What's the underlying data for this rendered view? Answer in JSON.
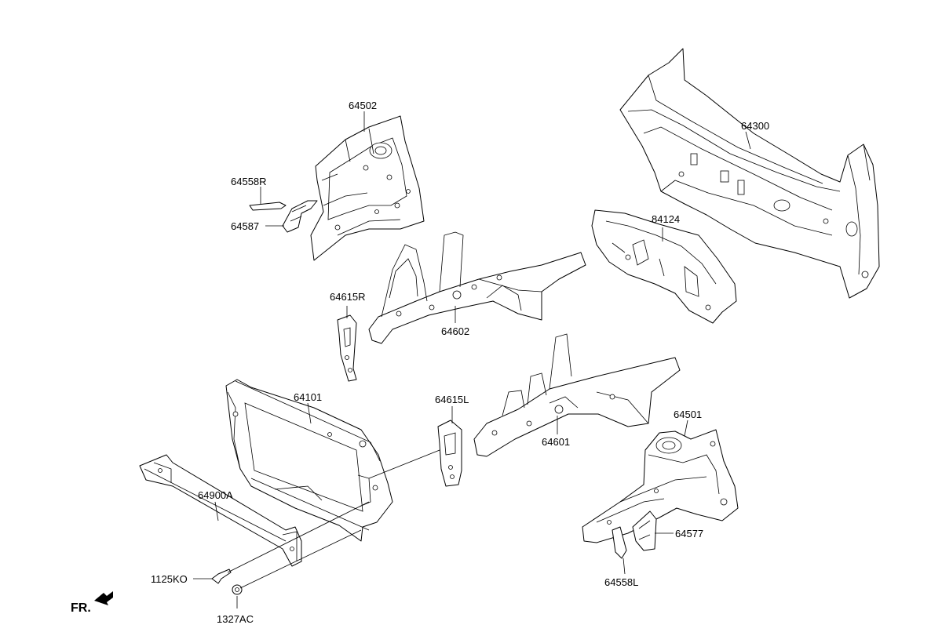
{
  "parts": [
    {
      "id": "p64502",
      "label": "64502"
    },
    {
      "id": "p64558R",
      "label": "64558R"
    },
    {
      "id": "p64587",
      "label": "64587"
    },
    {
      "id": "p64300",
      "label": "64300"
    },
    {
      "id": "p84124",
      "label": "84124"
    },
    {
      "id": "p64615R",
      "label": "64615R"
    },
    {
      "id": "p64602",
      "label": "64602"
    },
    {
      "id": "p64101",
      "label": "64101"
    },
    {
      "id": "p64615L",
      "label": "64615L"
    },
    {
      "id": "p64601",
      "label": "64601"
    },
    {
      "id": "p64501",
      "label": "64501"
    },
    {
      "id": "p64900A",
      "label": "64900A"
    },
    {
      "id": "p64577",
      "label": "64577"
    },
    {
      "id": "p64558L",
      "label": "64558L"
    },
    {
      "id": "p1125KO",
      "label": "1125KO"
    },
    {
      "id": "p1327AC",
      "label": "1327AC"
    }
  ],
  "orientation": {
    "label": "FR.",
    "icon": "front-arrow-icon"
  }
}
